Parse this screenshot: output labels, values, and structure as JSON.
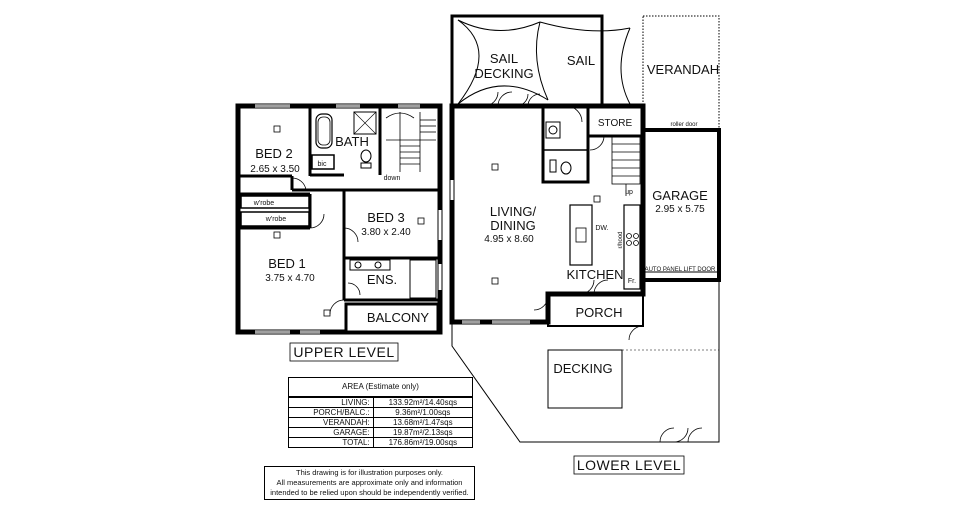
{
  "upper": {
    "bed2": {
      "name": "BED 2",
      "dim": "2.65 x 3.50"
    },
    "bath": "BATH",
    "bic": "bic",
    "down": "down",
    "wrobe1": "w'robe",
    "wrobe2": "w'robe",
    "bed3": {
      "name": "BED 3",
      "dim": "3.80 x 2.40"
    },
    "bed1": {
      "name": "BED 1",
      "dim": "3.75 x 4.70"
    },
    "ens": "ENS.",
    "balcony": "BALCONY",
    "level": "UPPER LEVEL"
  },
  "lower": {
    "sail_decking": [
      "SAIL",
      "DECKING"
    ],
    "sail": "SAIL",
    "verandah": "VERANDAH",
    "store": "STORE",
    "roller_door": "roller door",
    "living": {
      "name": [
        "LIVING/",
        "DINING"
      ],
      "dim": "4.95 x 8.60"
    },
    "up": "up",
    "garage": {
      "name": "GARAGE",
      "dim": "2.95 x 5.75"
    },
    "dw": "DW.",
    "rhood": "r/hood",
    "kitchen": "KITCHEN",
    "fr": "Fr.",
    "auto_door": "AUTO PANEL LIFT DOOR",
    "porch": "PORCH",
    "decking": "DECKING",
    "level": "LOWER LEVEL"
  },
  "area": {
    "title": "AREA (Estimate only)",
    "rows": [
      {
        "label": "LIVING:",
        "value": "133.92m²/14.40sqs"
      },
      {
        "label": "PORCH/BALC.:",
        "value": "9.36m²/1.00sqs"
      },
      {
        "label": "VERANDAH:",
        "value": "13.68m²/1.47sqs"
      },
      {
        "label": "GARAGE:",
        "value": "19.87m²/2.13sqs"
      },
      {
        "label": "TOTAL:",
        "value": "176.86m²/19.00sqs"
      }
    ]
  },
  "disclaimer": [
    "This drawing is for illustration purposes only.",
    "All measurements are approximate only and information",
    "intended to be relied upon should be independently verified."
  ]
}
